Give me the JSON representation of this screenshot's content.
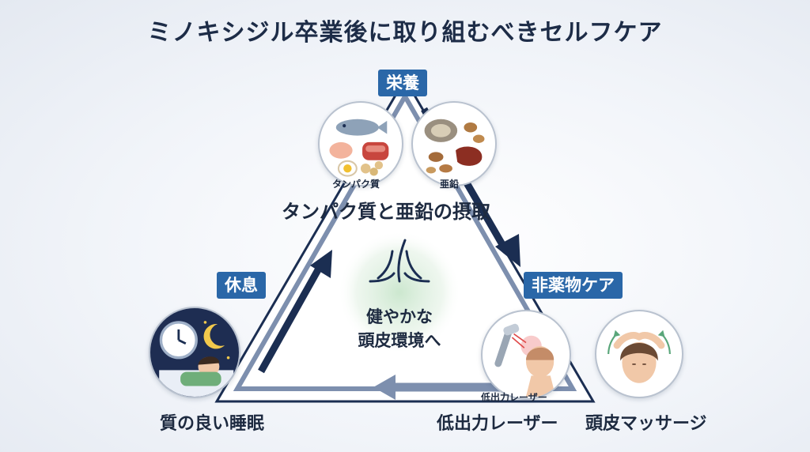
{
  "title": "ミノキシジル卒業後に取り組むべきセルフケア",
  "center": {
    "line1": "健やかな",
    "line2": "頭皮環境へ"
  },
  "sections": {
    "nutrition": {
      "tag": "栄養",
      "label": "タンパク質と亜鉛の摂取",
      "items": [
        {
          "label": "タンパク質"
        },
        {
          "label": "亜鉛"
        }
      ]
    },
    "rest": {
      "tag": "休息",
      "label": "質の良い睡眠"
    },
    "nondrug": {
      "tag": "非薬物ケア",
      "items": [
        {
          "label": "低出力レーザー",
          "small_label": "低出力レーザー"
        },
        {
          "label": "頭皮マッサージ"
        }
      ]
    }
  },
  "colors": {
    "arrow_dark": "#1b2e52",
    "arrow_light": "#6f84a6",
    "tag": "#2a67a8",
    "glow": "#cfe8d2"
  }
}
